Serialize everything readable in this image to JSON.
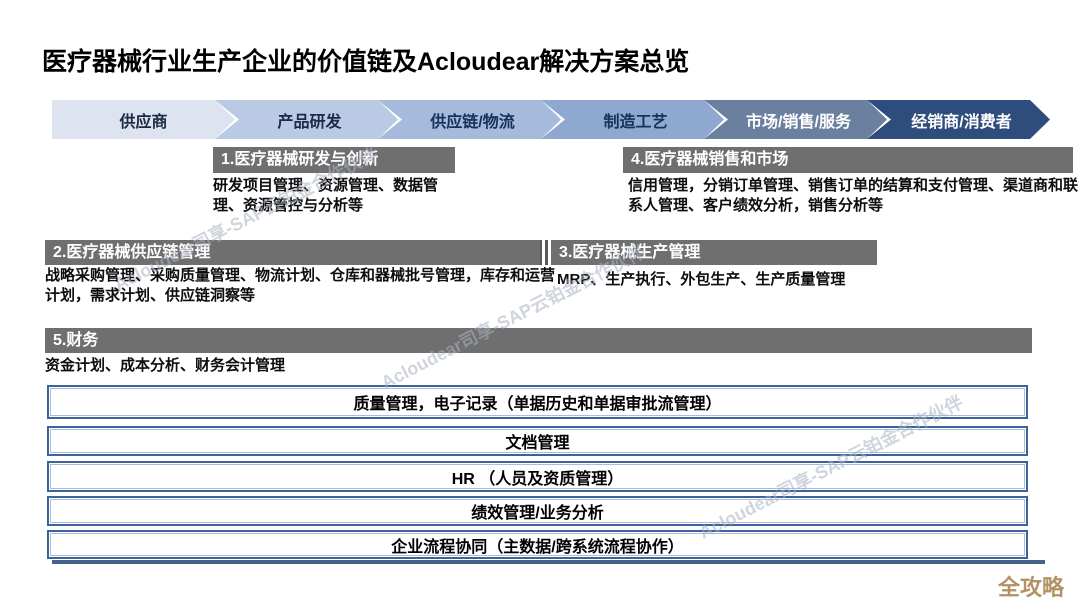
{
  "slide": {
    "title": "医疗器械行业生产企业的价值链及Acloudear解决方案总览"
  },
  "value_chain": {
    "stages": [
      {
        "label": "供应商",
        "bg": "#dde4ef",
        "fg": "#1c2b45"
      },
      {
        "label": "产品研发",
        "bg": "#bac9e4",
        "fg": "#1c2b45"
      },
      {
        "label": "供应链/物流",
        "bg": "#a6badb",
        "fg": "#17305c"
      },
      {
        "label": "制造工艺",
        "bg": "#8fa8d0",
        "fg": "#17305c"
      },
      {
        "label": "市场/销售/服务",
        "bg": "#6b809e",
        "fg": "#ffffff"
      },
      {
        "label": "经销商/消费者",
        "bg": "#2e4c7c",
        "fg": "#ffffff"
      }
    ]
  },
  "sections": [
    {
      "header": "1.医疗器械研发与创新",
      "body": "研发项目管理、资源管理、数据管理、资源管控与分析等"
    },
    {
      "header": "2.医疗器械供应链管理",
      "body": "战略采购管理、采购质量管理、物流计划、仓库和器械批号管理，库存和运营计划，需求计划、供应链洞察等"
    },
    {
      "header": "3.医疗器械生产管理",
      "body": "MRP、生产执行、外包生产、生产质量管理"
    },
    {
      "header": "4.医疗器械销售和市场",
      "body": "信用管理，分销订单管理、销售订单的结算和支付管理、渠道商和联系人管理、客户绩效分析，销售分析等"
    },
    {
      "header": "5.财务",
      "body": "资金计划、成本分析、财务会计管理"
    }
  ],
  "platform": {
    "rows": [
      "质量管理，电子记录（单据历史和单据审批流管理）",
      "文档管理",
      "HR （人员及资质管理）",
      "绩效管理/业务分析",
      "企业流程协同（主数据/跨系统流程协作）"
    ]
  },
  "watermark": {
    "text": "Acloudear司享-SAP云铂金合作伙伴"
  },
  "footer": {
    "brand": "全攻略",
    "brand_color": "#b29363"
  },
  "colors": {
    "section_header_bg": "#6f6f6f",
    "section_divider": "#585858",
    "row_border": "#3a639e",
    "row_border_inner": "#a9bdd8",
    "bottom_rule": "#44618a",
    "watermark": "#aab3c2"
  }
}
